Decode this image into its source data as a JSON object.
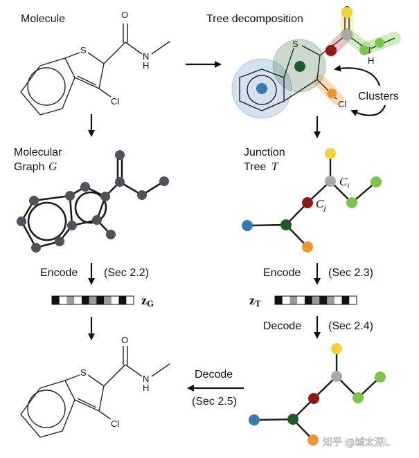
{
  "labels": {
    "molecule": "Molecule",
    "tree_decomposition": "Tree decomposition",
    "clusters": "Clusters",
    "molecular": "Molecular",
    "graph": "Graph",
    "graph_symbol": "G",
    "junction": "Junction",
    "tree": "Tree",
    "tree_symbol": "T",
    "ci": "C",
    "ci_sub": "i",
    "cj": "C",
    "cj_sub": "j",
    "encode_left": "Encode",
    "sec_22": "(Sec 2.2)",
    "encode_right": "Encode",
    "sec_23": "(Sec 2.3)",
    "zg": "z",
    "zg_sub": "G",
    "zt": "z",
    "zt_sub": "T",
    "decode_right": "Decode",
    "sec_24": "(Sec 2.4)",
    "decode_bottom": "Decode",
    "sec_25": "(Sec 2.5)"
  },
  "atoms": {
    "S": "S",
    "O": "O",
    "N": "N",
    "H": "H",
    "Cl": "Cl"
  },
  "watermark": "知乎 @城太深L",
  "colors": {
    "blue": "#3a78b5",
    "dark_green": "#1f5c2a",
    "dark_red": "#8c1a14",
    "grey": "#a8a8a8",
    "yellow": "#f2d23a",
    "light_green": "#7cc44e",
    "orange": "#ee9634",
    "graph_node": "#4e525a"
  },
  "latent_cells_g": [
    "black",
    "white",
    "grey",
    "white",
    "black",
    "grey",
    "black",
    "grey",
    "white",
    "black",
    "white"
  ],
  "latent_cells_t": [
    "black",
    "white",
    "grey",
    "white",
    "black",
    "grey",
    "black",
    "grey",
    "white",
    "black",
    "white"
  ]
}
